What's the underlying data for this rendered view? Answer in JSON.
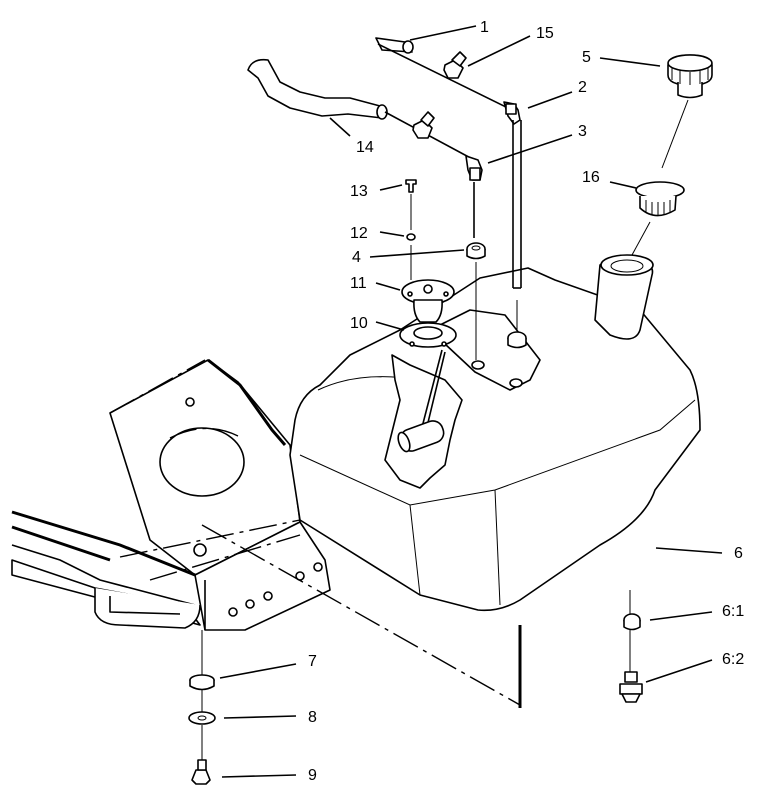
{
  "callouts": [
    {
      "id": "c1",
      "text": "1"
    },
    {
      "id": "c15",
      "text": "15"
    },
    {
      "id": "c2",
      "text": "2"
    },
    {
      "id": "c3",
      "text": "3"
    },
    {
      "id": "c5",
      "text": "5"
    },
    {
      "id": "c14",
      "text": "14"
    },
    {
      "id": "c16",
      "text": "16"
    },
    {
      "id": "c13",
      "text": "13"
    },
    {
      "id": "c12",
      "text": "12"
    },
    {
      "id": "c4",
      "text": "4"
    },
    {
      "id": "c11",
      "text": "11"
    },
    {
      "id": "c10",
      "text": "10"
    },
    {
      "id": "c6",
      "text": "6"
    },
    {
      "id": "c61",
      "text": "6:1"
    },
    {
      "id": "c62",
      "text": "6:2"
    },
    {
      "id": "c7",
      "text": "7"
    },
    {
      "id": "c8",
      "text": "8"
    },
    {
      "id": "c9",
      "text": "9"
    }
  ]
}
